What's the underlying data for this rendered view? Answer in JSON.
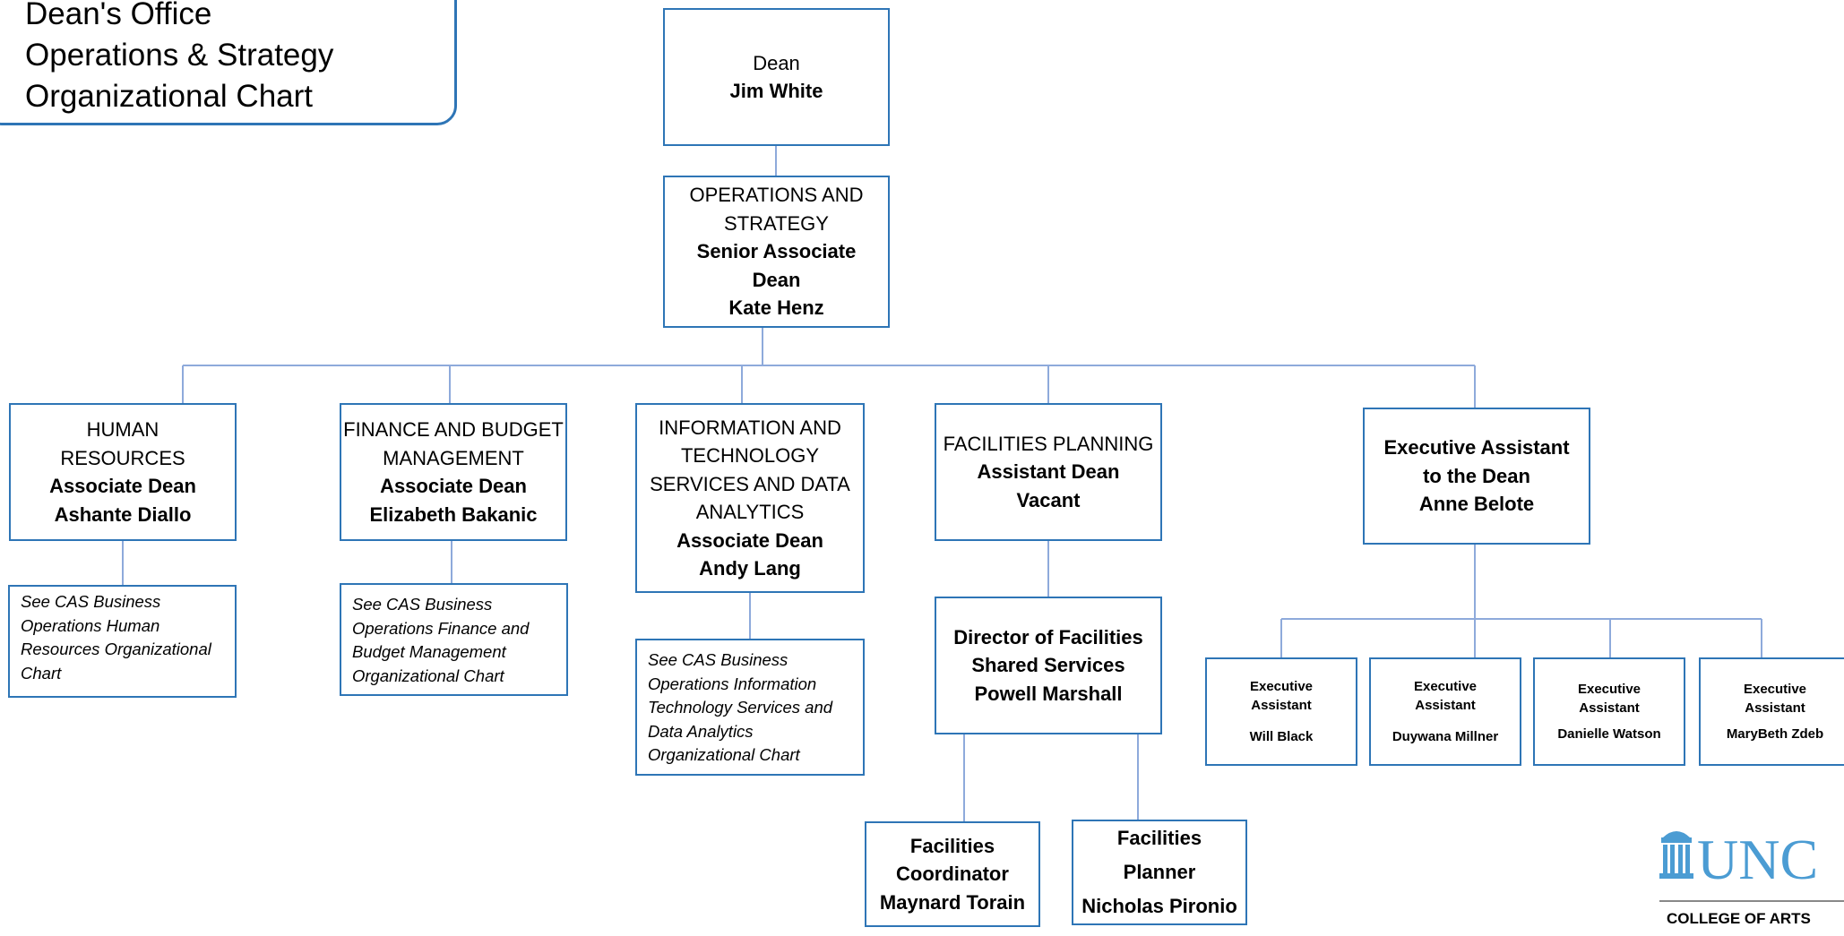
{
  "title_box": {
    "lines": [
      "Dean's Office",
      "Operations & Strategy",
      "Organizational Chart"
    ]
  },
  "dean": {
    "role": "Dean",
    "name": "Jim White"
  },
  "ops": {
    "dept": "OPERATIONS AND STRATEGY",
    "role": "Senior Associate Dean",
    "name": "Kate Henz"
  },
  "hr": {
    "dept": "HUMAN RESOURCES",
    "role": "Associate Dean",
    "name": "Ashante Diallo",
    "note": "See CAS Business Operations Human Resources Organizational Chart"
  },
  "finance": {
    "dept": "FINANCE AND BUDGET MANAGEMENT",
    "role": "Associate Dean",
    "name": "Elizabeth Bakanic",
    "note": "See CAS Business Operations Finance and Budget Management Organizational Chart"
  },
  "its": {
    "dept": "INFORMATION AND TECHNOLOGY SERVICES AND DATA ANALYTICS",
    "role": "Associate Dean",
    "name": "Andy Lang",
    "note": "See CAS Business Operations Information Technology Services and Data Analytics Organizational Chart"
  },
  "facilities": {
    "dept": "FACILITIES PLANNING",
    "role": "Assistant Dean",
    "name": "Vacant",
    "director": {
      "role": "Director of Facilities Shared Services",
      "name": "Powell Marshall"
    },
    "coordinator": {
      "role": "Facilities Coordinator",
      "name": "Maynard Torain"
    },
    "planner": {
      "role": "Facilities Planner",
      "name": "Nicholas Pironio"
    }
  },
  "exec_asst_dean": {
    "role": "Executive Assistant to the Dean",
    "name": "Anne Belote"
  },
  "exec_assistants": [
    {
      "role": "Executive Assistant",
      "name": "Will Black"
    },
    {
      "role": "Executive Assistant",
      "name": "Duywana Millner"
    },
    {
      "role": "Executive Assistant",
      "name": "Danielle Watson"
    },
    {
      "role": "Executive Assistant",
      "name": "MaryBeth Zdeb"
    }
  ],
  "logo": {
    "mark": "UNC",
    "caption": "COLLEGE OF ARTS"
  },
  "colors": {
    "line": "#8eaadb",
    "border": "#2e75b6",
    "logo": "#4b9cd3"
  }
}
